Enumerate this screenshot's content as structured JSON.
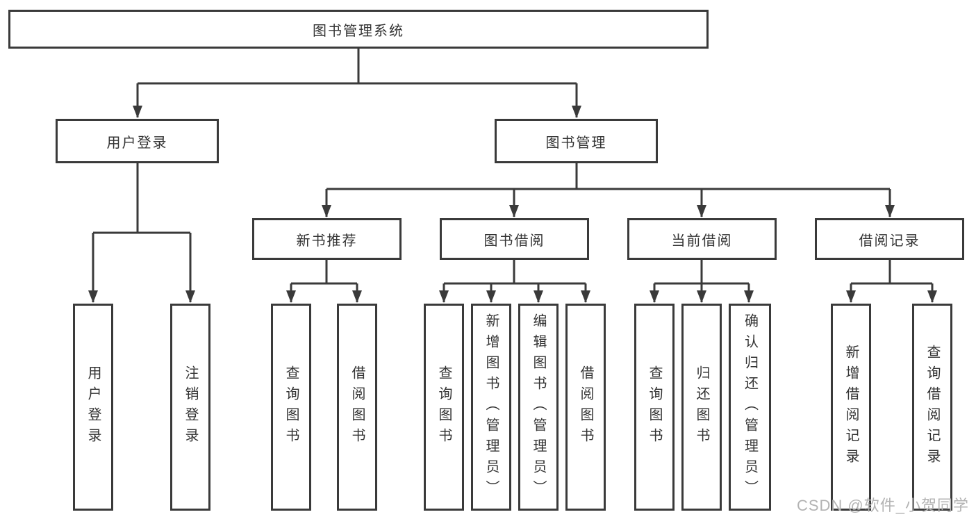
{
  "diagram": {
    "kind": "hierarchy-structure-chart",
    "tree": {
      "root": {
        "label": "图书管理系统"
      },
      "children": [
        {
          "label": "用户登录",
          "children": [
            {
              "label": "用户登录"
            },
            {
              "label": "注销登录"
            }
          ]
        },
        {
          "label": "图书管理",
          "children": [
            {
              "label": "新书推荐",
              "children": [
                {
                  "label": "查询图书"
                },
                {
                  "label": "借阅图书"
                }
              ]
            },
            {
              "label": "图书借阅",
              "children": [
                {
                  "label": "查询图书"
                },
                {
                  "label": "新增图书（管理员）"
                },
                {
                  "label": "编辑图书（管理员）"
                },
                {
                  "label": "借阅图书"
                }
              ]
            },
            {
              "label": "当前借阅",
              "children": [
                {
                  "label": "查询图书"
                },
                {
                  "label": "归还图书"
                },
                {
                  "label": "确认归还（管理员）"
                }
              ]
            },
            {
              "label": "借阅记录",
              "children": [
                {
                  "label": "新增借阅记录"
                },
                {
                  "label": "查询借阅记录"
                }
              ]
            }
          ]
        }
      ]
    },
    "colors": {
      "line": "#3a3a3a",
      "box_border": "#3a3a3a",
      "text": "#333333",
      "background": "#ffffff",
      "watermark_text": "#b3b3b3"
    }
  },
  "watermark": {
    "label": "CSDN @软件_小贺同学"
  }
}
